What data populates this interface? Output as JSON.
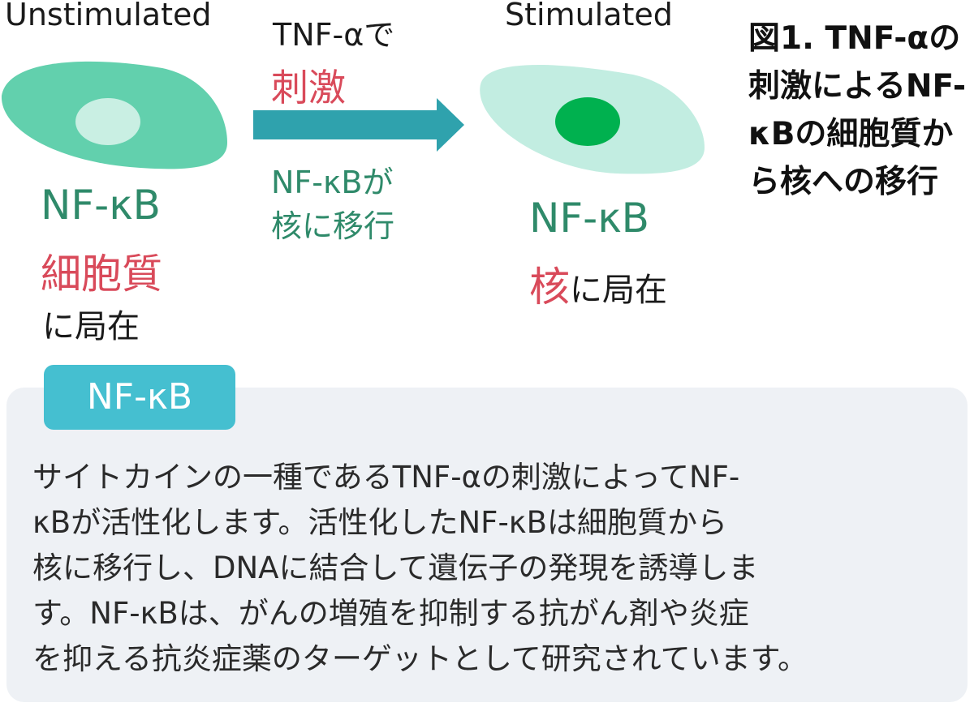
{
  "labels": {
    "unstimulated": "Unstimulated",
    "stimulated": "Stimulated"
  },
  "arrow": {
    "top_line1": "TNF-αで",
    "top_line2": "刺激",
    "bottom_line1": "NF-κBが",
    "bottom_line2": "核に移行"
  },
  "left_cell": {
    "protein": "NF-κB",
    "location": "細胞質",
    "suffix": "に局在"
  },
  "right_cell": {
    "protein": "NF-κB",
    "location": "核",
    "suffix": "に局在"
  },
  "caption": {
    "text": "図1. TNF-αの刺激によるNF-κBの細胞質から核への移行"
  },
  "info": {
    "tag": "NF-κB",
    "lines": [
      "サイトカインの一種であるTNF-αの刺激によってNF-",
      "κBが活性化します。活性化したNF-κBは細胞質から",
      "核に移行し、DNAに結合して遺伝子の発現を誘導しま",
      "す。NF-κBは、がんの増殖を抑制する抗がん剤や炎症",
      "を抑える抗炎症薬のターゲットとして研究されています。"
    ]
  },
  "colors": {
    "cell_unstimulated": "#62d0ad",
    "nucleus_unstimulated": "#c9efe3",
    "cell_stimulated": "#c2ede1",
    "nucleus_stimulated": "#00b14f",
    "arrow": "#2fa2ad",
    "teal_text": "#2f8a6a",
    "red_text": "#d94a5a",
    "tag_bg": "#45bfd0",
    "box_bg": "#eef1f5"
  }
}
